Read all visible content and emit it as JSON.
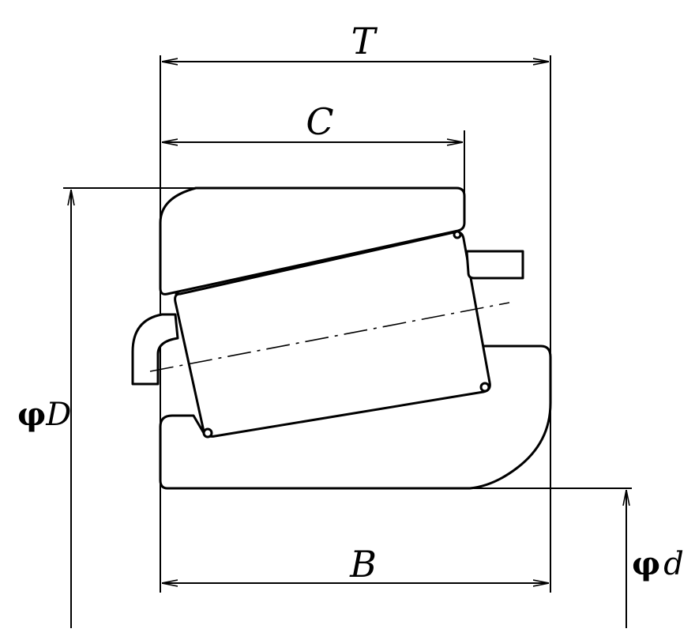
{
  "labels": {
    "T": "T",
    "C": "C",
    "B": "B",
    "D_phi": "φ",
    "D_letter": "D",
    "d_phi": "φ",
    "d_letter": "d"
  },
  "colors": {
    "stroke": "#000000",
    "background": "#ffffff"
  }
}
